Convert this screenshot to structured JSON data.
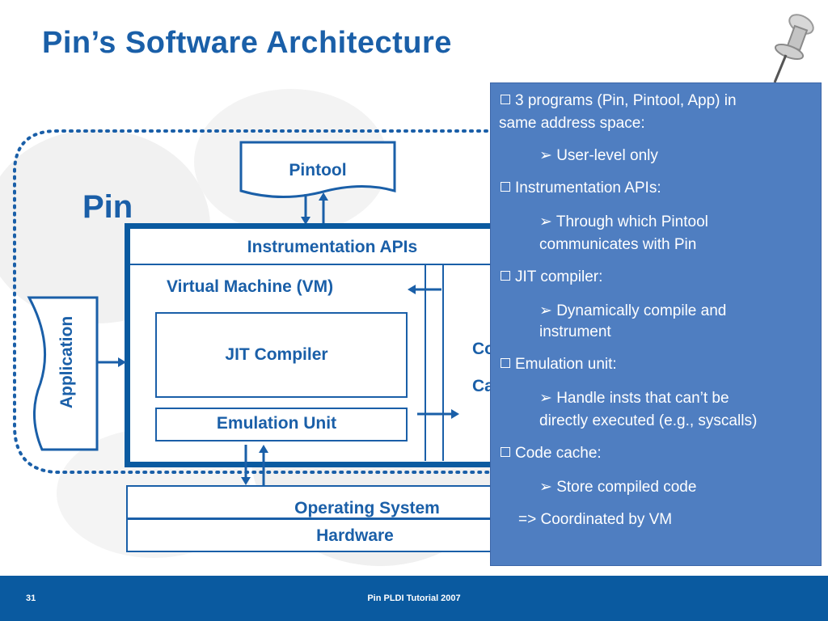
{
  "slide": {
    "title": "Pin’s Software Architecture",
    "page_number": "31",
    "footer_text": "Pin PLDI Tutorial 2007"
  },
  "diagram": {
    "pin_label": "Pin",
    "pintool": "Pintool",
    "instrumentation_apis": "Instrumentation APIs",
    "vm": "Virtual Machine (VM)",
    "jit_compiler": "JIT Compiler",
    "emulation_unit": "Emulation Unit",
    "code_cache_line1": "Co",
    "code_cache_line2": "Ca",
    "application": "Application",
    "operating_system": "Operating System",
    "hardware": "Hardware"
  },
  "panel": {
    "items": [
      {
        "text": "3 programs (Pin, Pintool, App)  in",
        "text2": "same address space:"
      },
      {
        "text": "User-level only"
      },
      {
        "text": "Instrumentation APIs:"
      },
      {
        "text": "Through which Pintool",
        "text2": "communicates with Pin"
      },
      {
        "text": "JIT compiler:"
      },
      {
        "text": "Dynamically compile and",
        "text2": "instrument"
      },
      {
        "text": "Emulation unit:"
      },
      {
        "text": "Handle insts that can’t be",
        "text2": "directly executed (e.g., syscalls)"
      },
      {
        "text": "Code cache:"
      },
      {
        "text": "Store compiled code"
      },
      {
        "text": "=> Coordinated by VM"
      }
    ]
  },
  "colors": {
    "title": "#1a5fa8",
    "panel": "#4f7ec1",
    "footer": "#0a5aa0"
  },
  "icons": [
    "pushpin-icon",
    "checkbox-bullet-icon",
    "arrow-bullet-icon"
  ]
}
